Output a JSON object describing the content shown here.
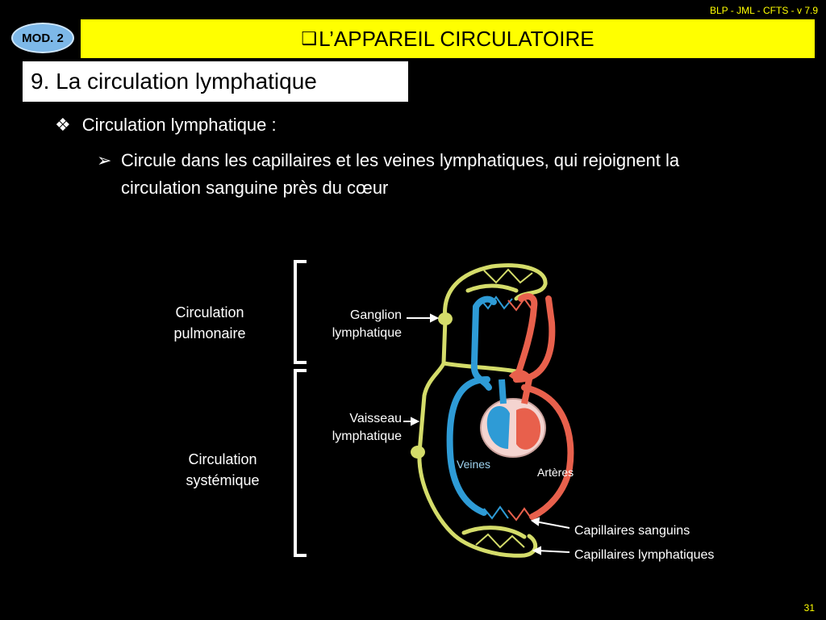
{
  "header": {
    "version": "BLP - JML - CFTS - v 7.9",
    "module": "MOD. 2",
    "checkbox_glyph": "❑",
    "title": "L’APPAREIL CIRCULATOIRE"
  },
  "section_title": "9. La circulation lymphatique",
  "bullets": {
    "level1_marker": "❖",
    "level1_text": "Circulation lymphatique :",
    "level2_marker": "➢",
    "level2_text": "Circule dans les capillaires et les veines lymphatiques, qui rejoignent la circulation sanguine près du cœur"
  },
  "diagram": {
    "pulmonary_label_line1": "Circulation",
    "pulmonary_label_line2": "pulmonaire",
    "systemic_label_line1": "Circulation",
    "systemic_label_line2": "systémique",
    "lymph_node_line1": "Ganglion",
    "lymph_node_line2": "lymphatique",
    "lymph_vessel_line1": "Vaisseau",
    "lymph_vessel_line2": "lymphatique",
    "veins": "Veines",
    "arteries": "Artères",
    "blood_capillaries": "Capillaires sanguins",
    "lymph_capillaries": "Capillaires lymphatiques",
    "colors": {
      "lymph": "#d4dc6a",
      "vein": "#2e9bd6",
      "artery": "#e8604c"
    }
  },
  "page_number": "31"
}
